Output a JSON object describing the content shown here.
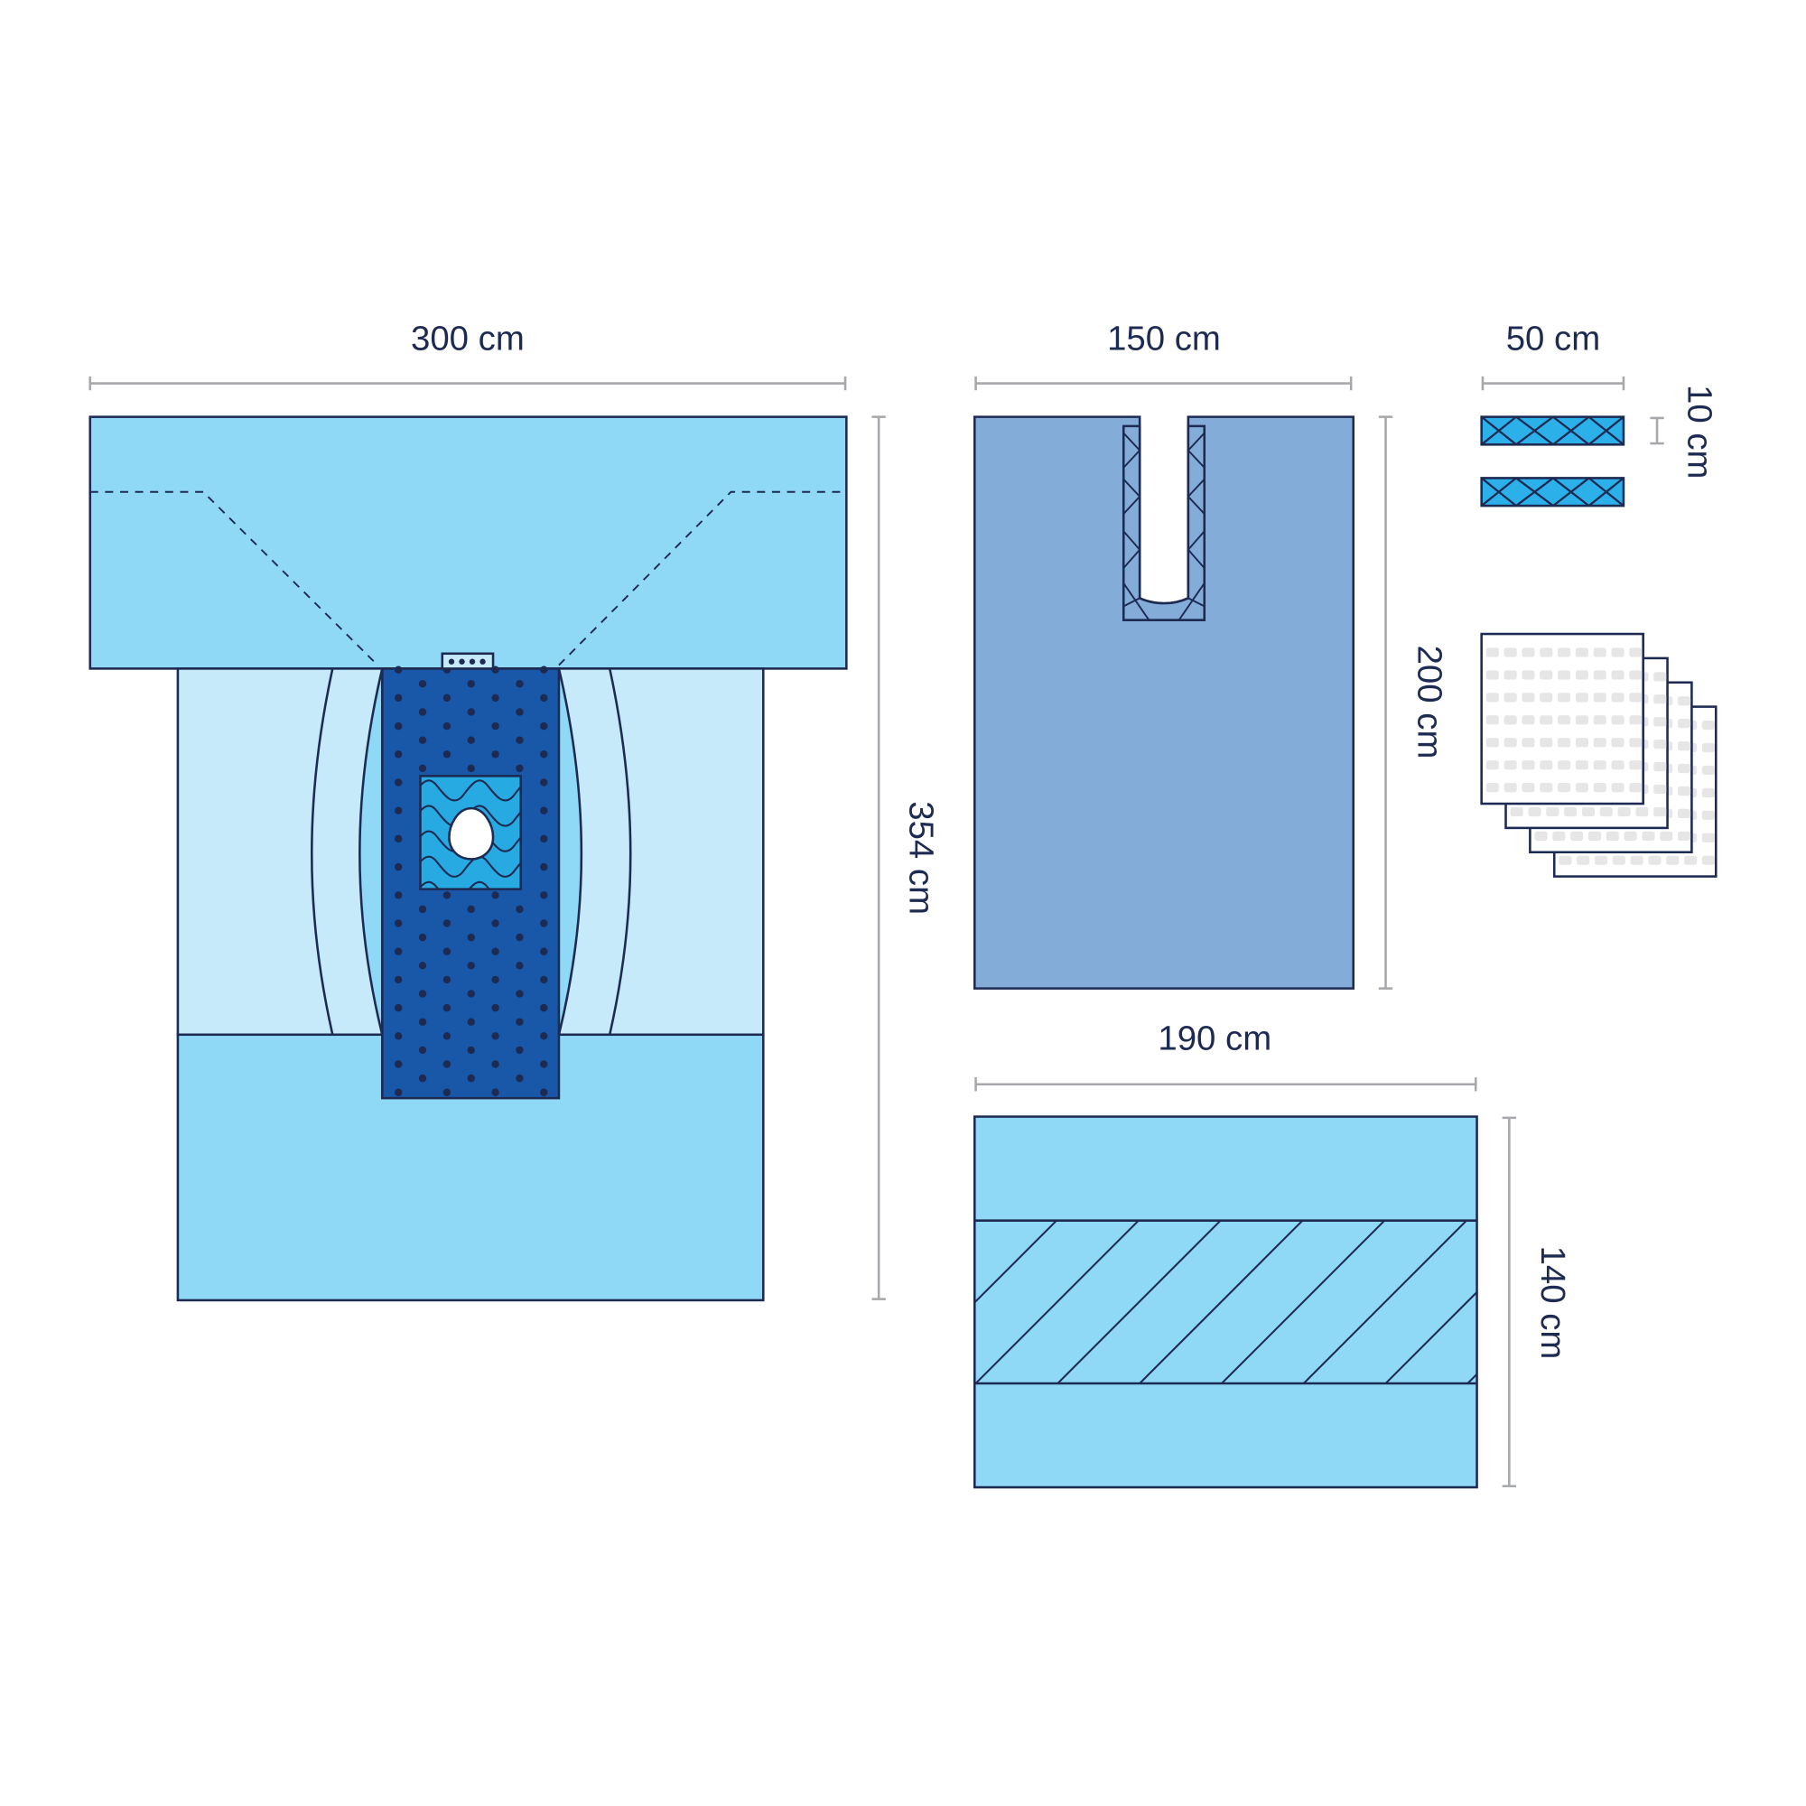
{
  "colors": {
    "outline": "#1d2a52",
    "light_blue": "#8fd8f6",
    "pale_blue": "#c6eaf9",
    "dark_blue": "#1958a8",
    "steel_blue": "#84acd9",
    "cyan": "#27a9e1",
    "dimension_line": "#a6a8ab",
    "swab_grid": "#e6e6e6"
  },
  "items": {
    "main_drape": {
      "width_label": "300 cm",
      "height_label": "354 cm"
    },
    "u_drape": {
      "width_label": "150 cm",
      "height_label": "200 cm"
    },
    "tape_strips": {
      "width_label": "50 cm",
      "height_label": "10 cm",
      "count": 2
    },
    "swabs": {
      "count": 4
    },
    "table_cover": {
      "width_label": "190 cm",
      "height_label": "140 cm"
    }
  }
}
